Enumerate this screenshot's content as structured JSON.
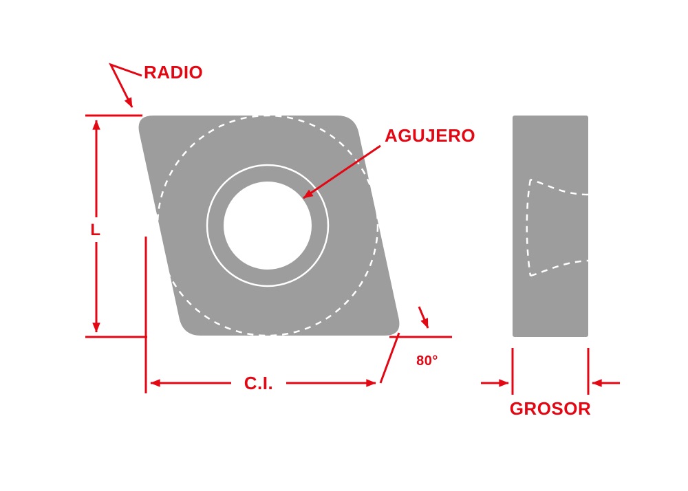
{
  "diagram_title": "turning-insert-dimension-diagram",
  "colors": {
    "accent_red": "#e30613",
    "shape_gray": "#9d9d9d",
    "white": "#ffffff",
    "background": "#ffffff"
  },
  "labels": {
    "radio": "RADIO",
    "agujero": "AGUJERO",
    "l": "L",
    "ci": "C.I.",
    "angle": "80°",
    "grosor": "GROSOR"
  }
}
